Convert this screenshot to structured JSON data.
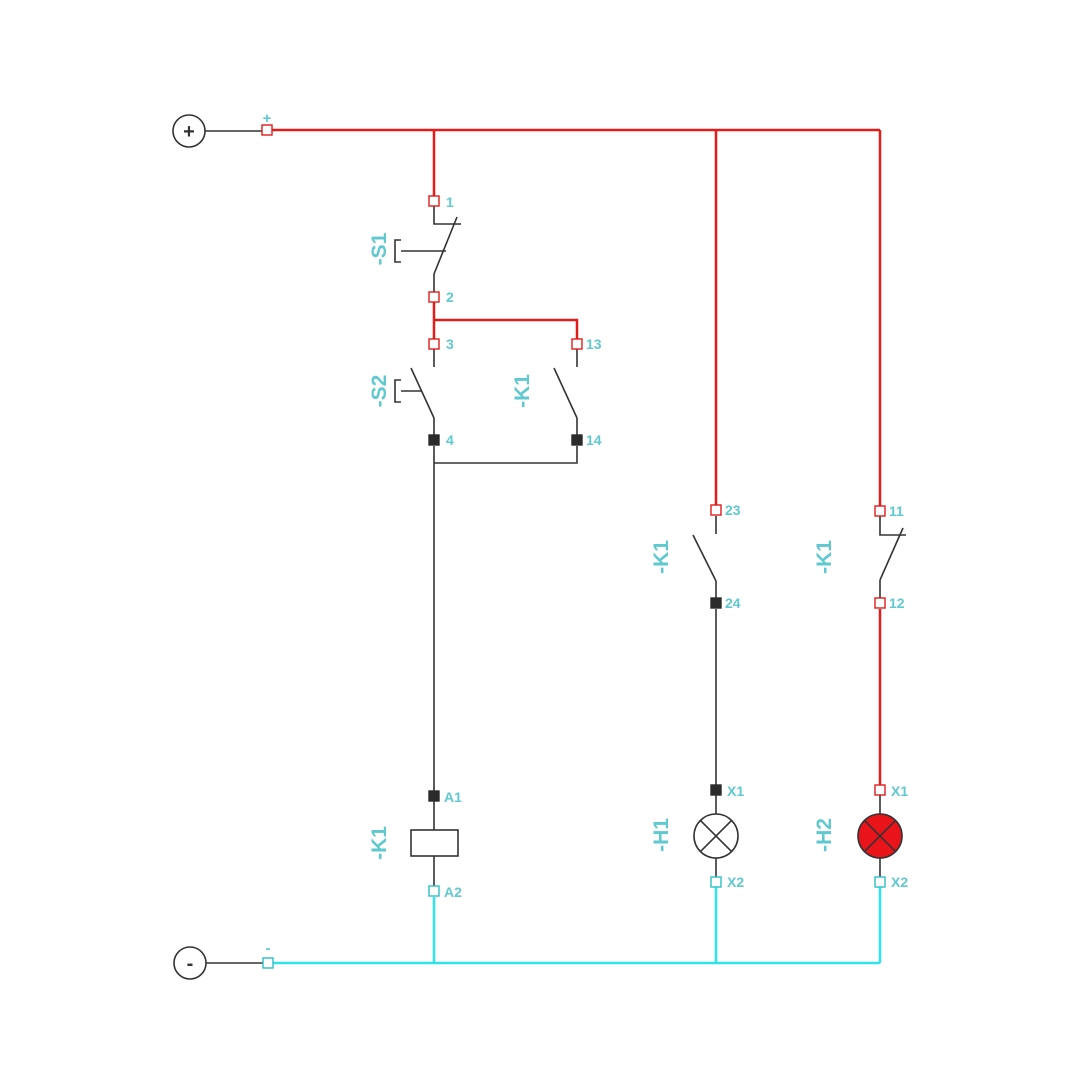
{
  "supply": {
    "positive": {
      "symbol": "+",
      "terminal": "+"
    },
    "negative": {
      "symbol": "-",
      "terminal": "-"
    }
  },
  "components": {
    "s1": {
      "ref": "-S1",
      "pin_top": "1",
      "pin_bottom": "2"
    },
    "s2": {
      "ref": "-S2",
      "pin_top": "3",
      "pin_bottom": "4"
    },
    "k1_hold": {
      "ref": "-K1",
      "pin_top": "13",
      "pin_bottom": "14"
    },
    "k1_coil": {
      "ref": "-K1",
      "pin_top": "A1",
      "pin_bottom": "A2"
    },
    "k1_no": {
      "ref": "-K1",
      "pin_top": "23",
      "pin_bottom": "24"
    },
    "k1_nc": {
      "ref": "-K1",
      "pin_top": "11",
      "pin_bottom": "12"
    },
    "h1": {
      "ref": "-H1",
      "pin_top": "X1",
      "pin_bottom": "X2",
      "state": "off"
    },
    "h2": {
      "ref": "-H2",
      "pin_top": "X1",
      "pin_bottom": "X2",
      "state": "on"
    }
  },
  "colors": {
    "energized_positive": "#e21b1b",
    "negative_rail": "#2fe3ea",
    "unpowered": "#333333",
    "label": "#5fc9cf",
    "lamp_on": "#e8141a"
  }
}
